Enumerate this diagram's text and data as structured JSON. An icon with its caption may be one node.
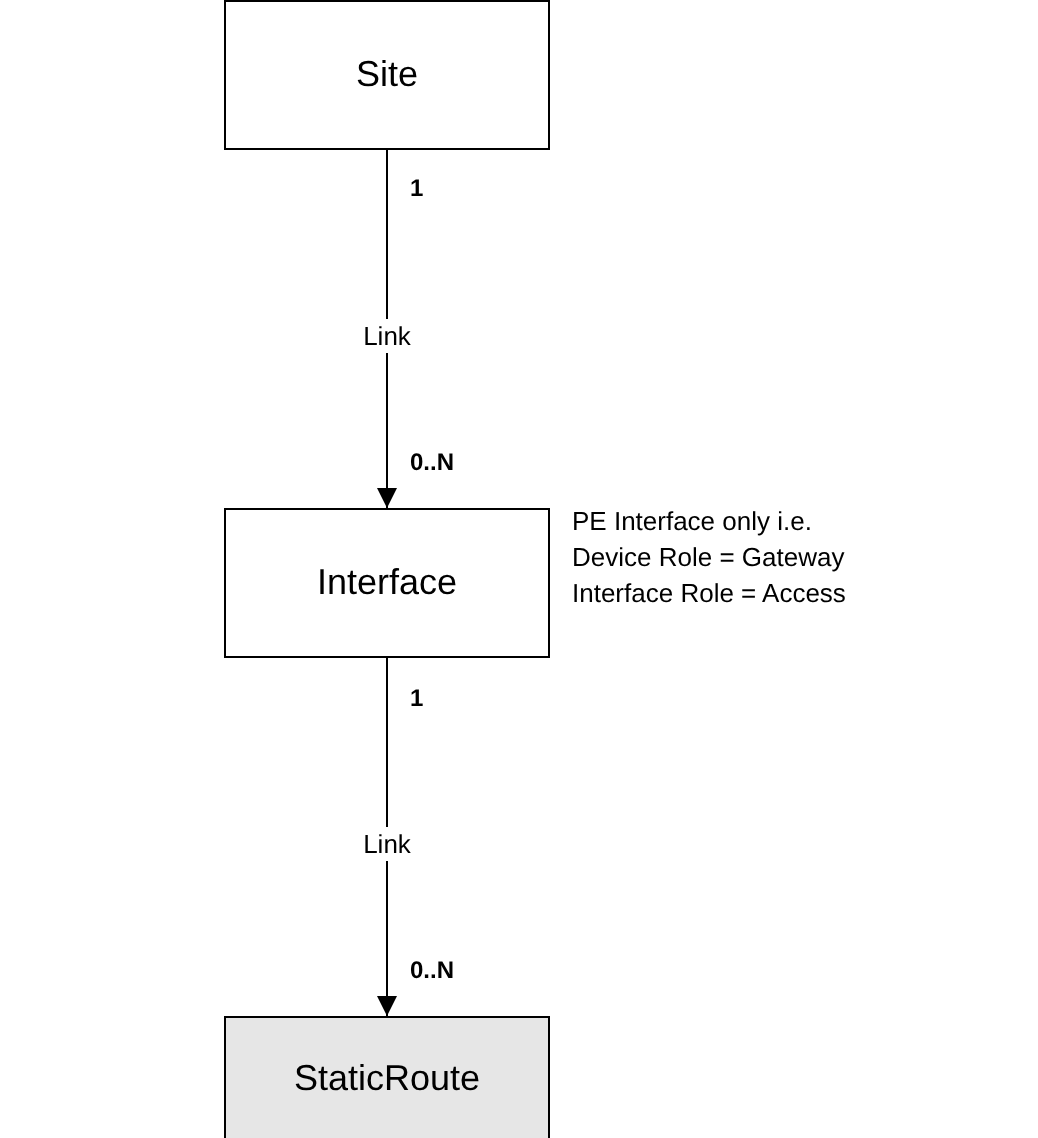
{
  "diagram": {
    "nodes": [
      {
        "text": [
          "Site"
        ]
      },
      {
        "text": [
          "Interface"
        ],
        "beside": [
          "PE Interface only i.e.",
          "Device Role = Gateway",
          "Interface Role = Access"
        ]
      },
      {
        "text": [
          "StaticRoute"
        ]
      }
    ],
    "edges": [
      {
        "from": 0,
        "to": 1,
        "arrow": "to",
        "label": "Link"
      },
      {
        "from": 1,
        "to": 2,
        "arrow": "to",
        "label": "Link"
      }
    ],
    "labels": [
      "1",
      "0..N",
      "1",
      "0..N"
    ]
  }
}
